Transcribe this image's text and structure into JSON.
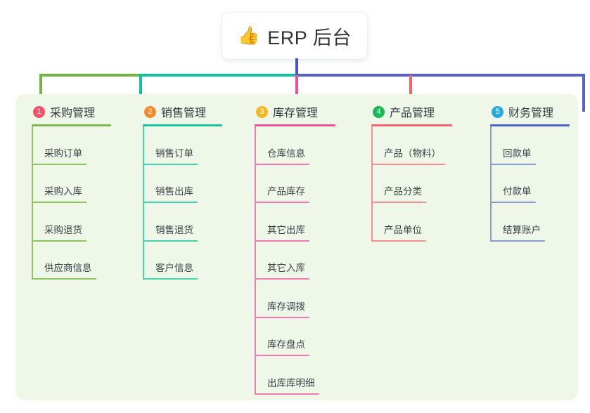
{
  "title": {
    "icon": "thumbs-up-emoji",
    "emoji": "👍",
    "text": "ERP 后台"
  },
  "palette": {
    "panel_bg": "#eef7e8",
    "page_bg": "#ffffff",
    "title_text": "#2f3337",
    "leaf_text": "#3b4248",
    "stem": "#4258c9",
    "bus_green": "#72b443",
    "bus_teal": "#12bfa0",
    "bus_blue": "#5360c8"
  },
  "columns": [
    {
      "number": "1",
      "label": "采购管理",
      "badge_color": "#f2536a",
      "rule_color": "#7cb84a",
      "line_color": "#8cc45e",
      "drop_color": "#72b443",
      "items": [
        "采购订单",
        "采购入库",
        "采购退货",
        "供应商信息"
      ]
    },
    {
      "number": "2",
      "label": "销售管理",
      "badge_color": "#f58a2e",
      "rule_color": "#17c4a4",
      "line_color": "#48cfb5",
      "drop_color": "#12bfa0",
      "items": [
        "销售订单",
        "销售出库",
        "销售退货",
        "客户信息"
      ]
    },
    {
      "number": "3",
      "label": "库存管理",
      "badge_color": "#f5b91f",
      "rule_color": "#ef4f9a",
      "line_color": "#f17ab4",
      "drop_color": "#f0509a",
      "items": [
        "仓库信息",
        "产品库存",
        "其它出库",
        "其它入库",
        "库存调拨",
        "库存盘点",
        "出库库明细"
      ]
    },
    {
      "number": "4",
      "label": "产品管理",
      "badge_color": "#18b757",
      "rule_color": "#f4636b",
      "line_color": "#f58f92",
      "drop_color": "#f2636b",
      "items": [
        "产品（物料）",
        "产品分类",
        "产品单位"
      ]
    },
    {
      "number": "5",
      "label": "财务管理",
      "badge_color": "#29a8e0",
      "rule_color": "#4a63c4",
      "line_color": "#8c9cd6",
      "drop_color": "#5360c8",
      "items": [
        "回款单",
        "付款单",
        "结算账户"
      ]
    }
  ]
}
